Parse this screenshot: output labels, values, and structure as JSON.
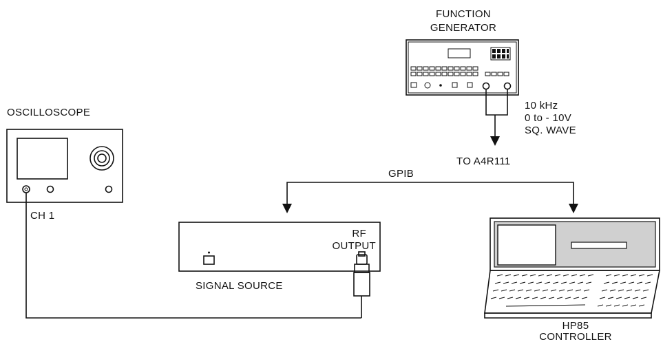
{
  "labels": {
    "function_generator_line1": "FUNCTION",
    "function_generator_line2": "GENERATOR",
    "oscilloscope": "OSCILLOSCOPE",
    "ch1": "CH 1",
    "signal_line1": "10 kHz",
    "signal_line2": "0 to - 10V",
    "signal_line3": "SQ. WAVE",
    "to_a4r111": "TO A4R111",
    "gpib": "GPIB",
    "rf_output_line1": "RF",
    "rf_output_line2": "OUTPUT",
    "signal_source": "SIGNAL SOURCE",
    "hp85_line1": "HP85",
    "hp85_line2": "CONTROLLER"
  }
}
